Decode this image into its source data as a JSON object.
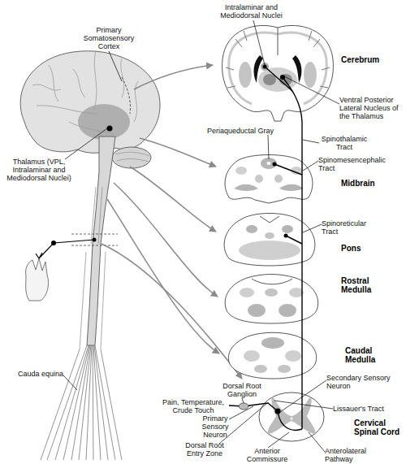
{
  "diagram": {
    "nodes": [
      {
        "text": [
          "Cerebrum"
        ]
      },
      {
        "text": [
          "Midbrain"
        ]
      },
      {
        "text": [
          "Pons"
        ]
      },
      {
        "text": [
          "Rostral Medulla"
        ]
      },
      {
        "text": [
          "Caudal Medulla"
        ]
      },
      {
        "text": [
          "Cervical Spinal Cord"
        ]
      }
    ],
    "edges": [
      {
        "from": 5,
        "to": 4,
        "arrow": "none"
      },
      {
        "from": 4,
        "to": 3,
        "arrow": "none"
      },
      {
        "from": 3,
        "to": 2,
        "arrow": "none"
      },
      {
        "from": 2,
        "to": 1,
        "arrow": "none"
      },
      {
        "from": 1,
        "to": 0,
        "arrow": "none"
      }
    ],
    "labels": [
      "Intralaminar and Mediodorsal Nuclei",
      "Primary Somatosensory Cortex",
      "Ventral Posterior Lateral Nucleus of the Thalamus",
      "Thalamus (VPL, Intralaminar and Mediodorsal Nuclei)",
      "Periaqueductal Gray",
      "Spinothalamic Tract",
      "Spinomesencephalic Tract",
      "Spinoreticular Tract",
      "Cauda equina",
      "Dorsal Root Ganglion",
      "Pain, Temperature, Crude Touch",
      "Primary Sensory Neuron",
      "Dorsal Root Entry Zone",
      "Anterior Commissure",
      "Secondary Sensory Neuron",
      "Lissauer's Tract",
      "Anterolateral Pathway"
    ]
  }
}
